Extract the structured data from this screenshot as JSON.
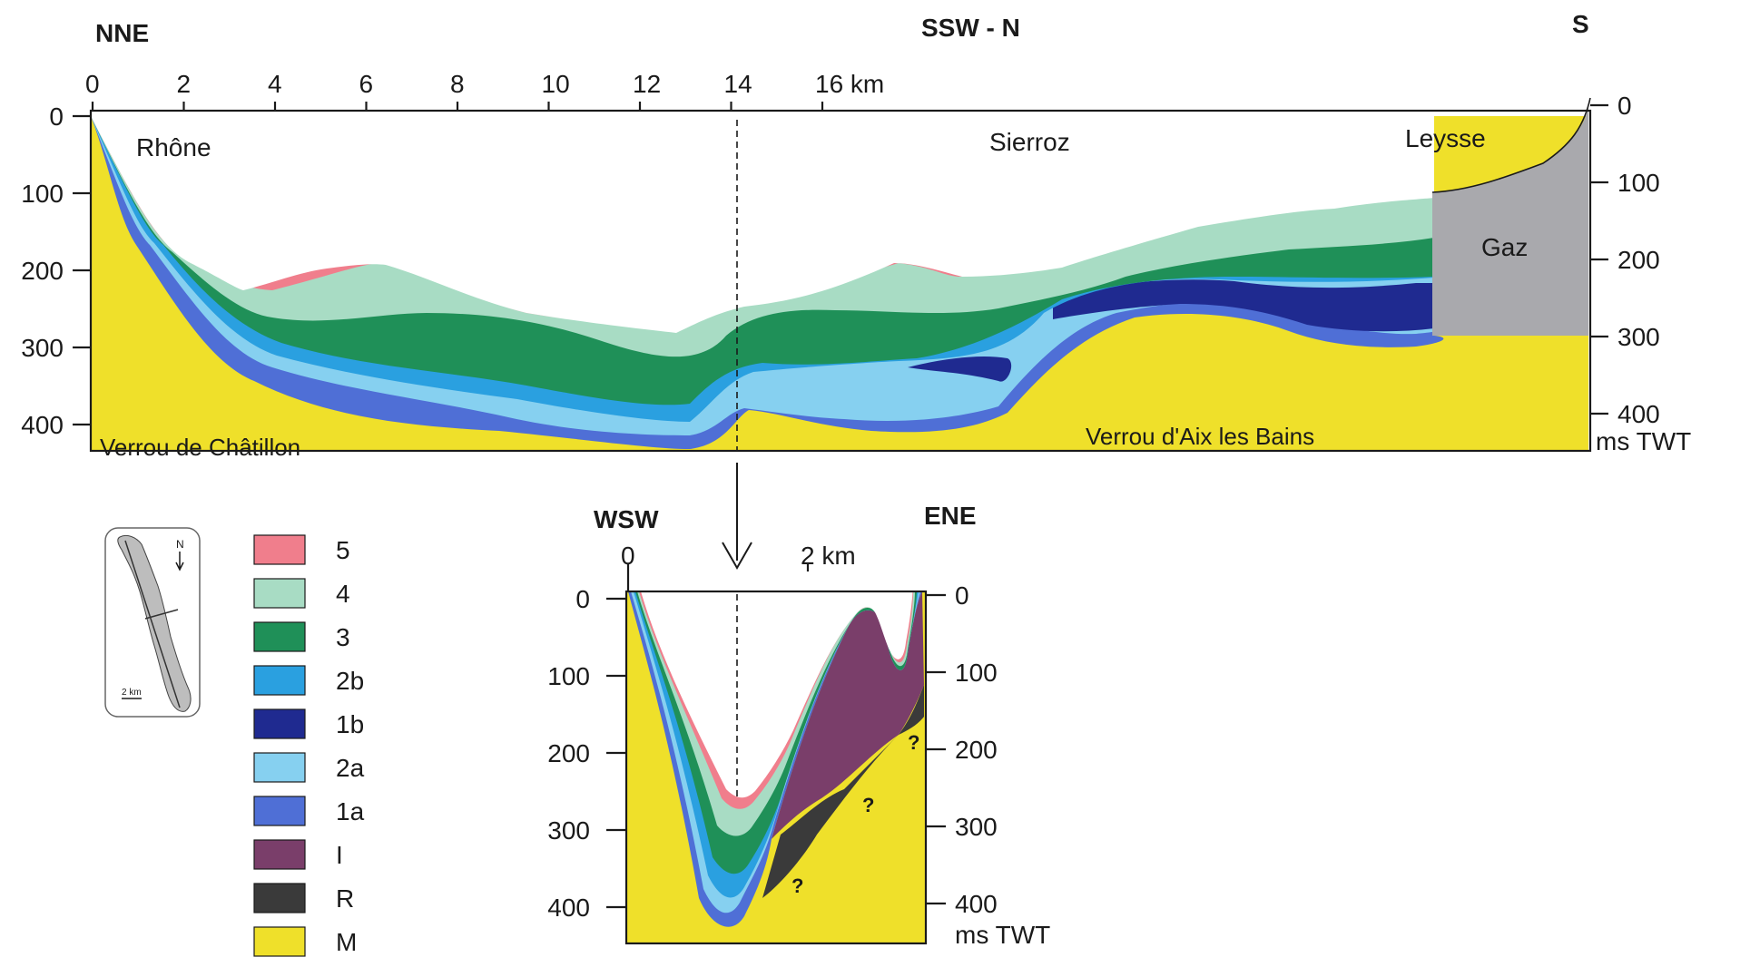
{
  "directions": {
    "top_left": "NNE",
    "top_mid": "SSW - N",
    "top_right": "S",
    "bottom_left": "WSW",
    "bottom_right": "ENE"
  },
  "main_section": {
    "x_ticks": [
      "0",
      "2",
      "4",
      "6",
      "8",
      "10",
      "12",
      "14",
      "16 km"
    ],
    "y_ticks_left": [
      "0",
      "100",
      "200",
      "300",
      "400"
    ],
    "y_ticks_right": [
      "0",
      "100",
      "200",
      "300",
      "400"
    ],
    "y_unit": "ms TWT",
    "place_labels": {
      "rhone": "Rhône",
      "sierroz": "Sierroz",
      "leysse": "Leysse",
      "gaz": "Gaz",
      "verrou_chatillon": "Verrou de Châtillon",
      "verrou_aix": "Verrou d'Aix les Bains"
    }
  },
  "cross_section": {
    "x_ticks": [
      "0",
      "2 km"
    ],
    "y_ticks_left": [
      "0",
      "100",
      "200",
      "300",
      "400"
    ],
    "y_ticks_right": [
      "0",
      "100",
      "200",
      "300",
      "400"
    ],
    "y_unit": "ms TWT",
    "question_mark": "?"
  },
  "inset_map": {
    "north": "N",
    "scale": "2 km"
  },
  "legend": [
    {
      "label": "5",
      "color": "#f07e8c"
    },
    {
      "label": "4",
      "color": "#a8dcc4"
    },
    {
      "label": "3",
      "color": "#1f9058"
    },
    {
      "label": "2b",
      "color": "#2aa0e0"
    },
    {
      "label": "1b",
      "color": "#1f2a90"
    },
    {
      "label": "2a",
      "color": "#86d0f0"
    },
    {
      "label": "1a",
      "color": "#4f6fd6"
    },
    {
      "label": "I",
      "color": "#7a3e6a"
    },
    {
      "label": "R",
      "color": "#3a3a3a"
    },
    {
      "label": "M",
      "color": "#efe02a"
    }
  ],
  "colors": {
    "gaz": "#a9a9ad",
    "outline": "#1a1a1a"
  }
}
